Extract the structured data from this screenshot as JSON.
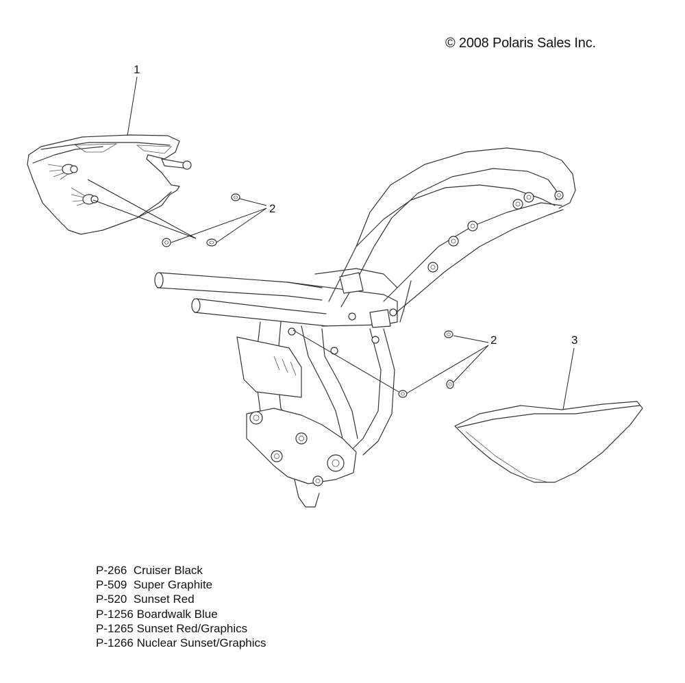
{
  "copyright": "© 2008 Polaris Sales Inc.",
  "callouts": {
    "one": "1",
    "two_upper": "2",
    "two_lower": "2",
    "three": "3"
  },
  "paint_codes": [
    {
      "code": "P-266",
      "name": "Cruiser Black"
    },
    {
      "code": "P-509",
      "name": "Super Graphite"
    },
    {
      "code": "P-520",
      "name": "Sunset Red"
    },
    {
      "code": "P-1256",
      "name": "Boardwalk Blue"
    },
    {
      "code": "P-1265",
      "name": "Sunset Red/Graphics"
    },
    {
      "code": "P-1266",
      "name": "Nuclear Sunset/Graphics"
    }
  ]
}
